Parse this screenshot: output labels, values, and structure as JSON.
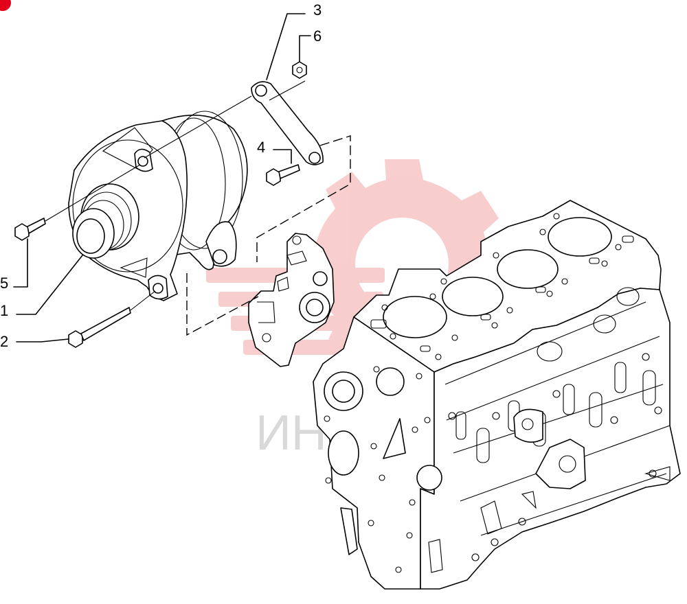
{
  "callouts": [
    {
      "id": "c1",
      "label": "1"
    },
    {
      "id": "c2",
      "label": "2"
    },
    {
      "id": "c3",
      "label": "3"
    },
    {
      "id": "c4",
      "label": "4"
    },
    {
      "id": "c5",
      "label": "5"
    },
    {
      "id": "c6",
      "label": "6"
    }
  ],
  "watermark": {
    "text": "ИНТЕХ",
    "color": "#f2a5a5",
    "text_color": "#d9d9d9"
  },
  "colors": {
    "line": "#000000",
    "background": "#ffffff",
    "corner_marker": "#e3001b"
  }
}
